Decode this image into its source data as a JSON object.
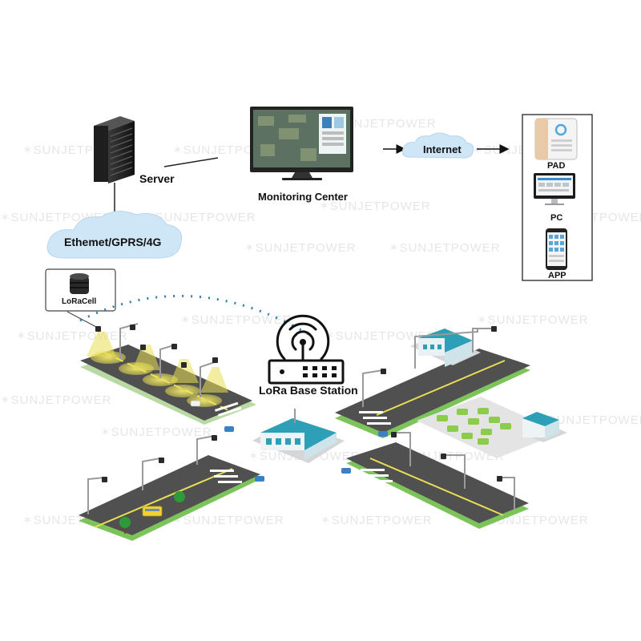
{
  "labels": {
    "server": "Server",
    "monitoring_center": "Monitoring Center",
    "internet": "Internet",
    "pad": "PAD",
    "pc": "PC",
    "app": "APP",
    "network": "Ethemet/GPRS/4G",
    "loracell": "LoRaCell",
    "base_station": "LoRa Base Station"
  },
  "watermark": "SUNJETPOWER",
  "colors": {
    "cloud": "#cfe6f7",
    "road": "#505050",
    "grass": "#7cc35a",
    "lamp_glow": "#e9df55",
    "signal": "#2f7fb0",
    "building_roof": "#2d9fb6",
    "car": "#8ccc4c"
  },
  "icons": [
    "server-rack-icon",
    "monitor-icon",
    "cloud-icon",
    "tablet-icon",
    "desktop-icon",
    "phone-icon",
    "router-icon",
    "wifi-signal-icon",
    "loracell-icon",
    "street-lamp-icon",
    "tree-icon",
    "car-icon",
    "bus-icon",
    "building-icon"
  ]
}
